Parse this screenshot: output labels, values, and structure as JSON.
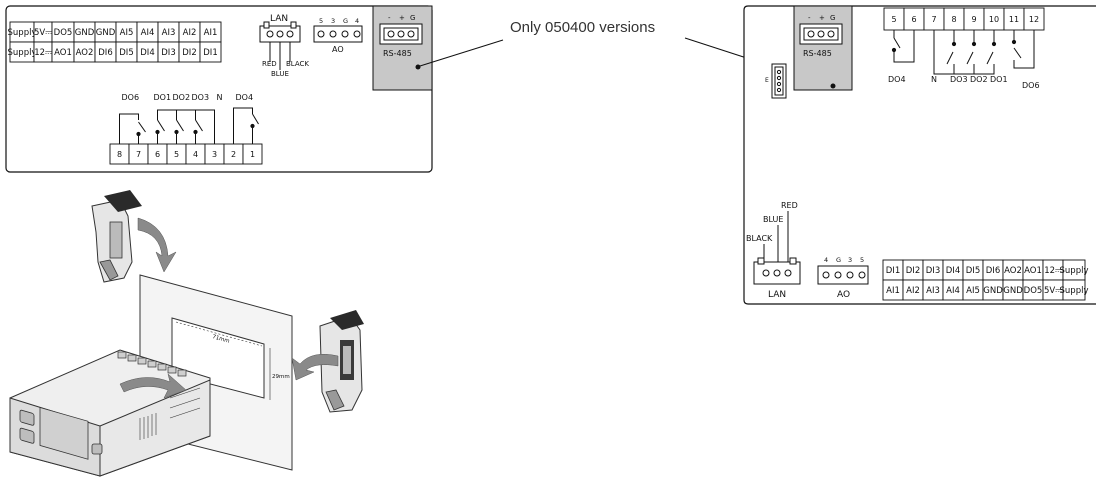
{
  "left_panel": {
    "top_row": [
      "Supply",
      "5V⎓",
      "DO5",
      "GND",
      "GND",
      "AI5",
      "AI4",
      "AI3",
      "AI2",
      "AI1"
    ],
    "bottom_row": [
      "Supply",
      "12⎓",
      "AO1",
      "AO2",
      "DI6",
      "DI5",
      "DI4",
      "DI3",
      "DI2",
      "DI1"
    ],
    "lan_label": "LAN",
    "lan_wires": [
      "RED",
      "BLUE",
      "BLACK"
    ],
    "ao_pins": [
      "5",
      "3",
      "G",
      "4"
    ],
    "ao_label": "AO",
    "rs485_pins": [
      "-",
      "+",
      "G"
    ],
    "rs485_label": "RS-485",
    "relay_labels": [
      "DO6",
      "DO1",
      "DO2",
      "DO3",
      "N",
      "DO4"
    ],
    "relay_terminals": [
      "8",
      "7",
      "6",
      "5",
      "4",
      "3",
      "2",
      "1"
    ]
  },
  "callout": {
    "text": "Only 050400 versions"
  },
  "mounting": {
    "width_label": "71mm",
    "height_label": "29mm"
  },
  "right_panel": {
    "rs485_pins": [
      "-",
      "+",
      "G"
    ],
    "rs485_label": "RS-485",
    "top_terminals": [
      "5",
      "6",
      "7",
      "8",
      "9",
      "10",
      "11",
      "12"
    ],
    "relay_labels": [
      "DO4",
      "N",
      "DO3",
      "DO2",
      "DO1",
      "DO6"
    ],
    "lan_wires": [
      "RED",
      "BLUE",
      "BLACK"
    ],
    "lan_label": "LAN",
    "ao_pins": [
      "4",
      "G",
      "3",
      "5"
    ],
    "ao_label": "AO",
    "top_row": [
      "DI1",
      "DI2",
      "DI3",
      "DI4",
      "DI5",
      "DI6",
      "AO2",
      "AO1",
      "12⎓",
      "Supply"
    ],
    "bottom_row": [
      "AI1",
      "AI2",
      "AI3",
      "AI4",
      "AI5",
      "GND",
      "GND",
      "DO5",
      "5V⎓",
      "Supply"
    ]
  }
}
